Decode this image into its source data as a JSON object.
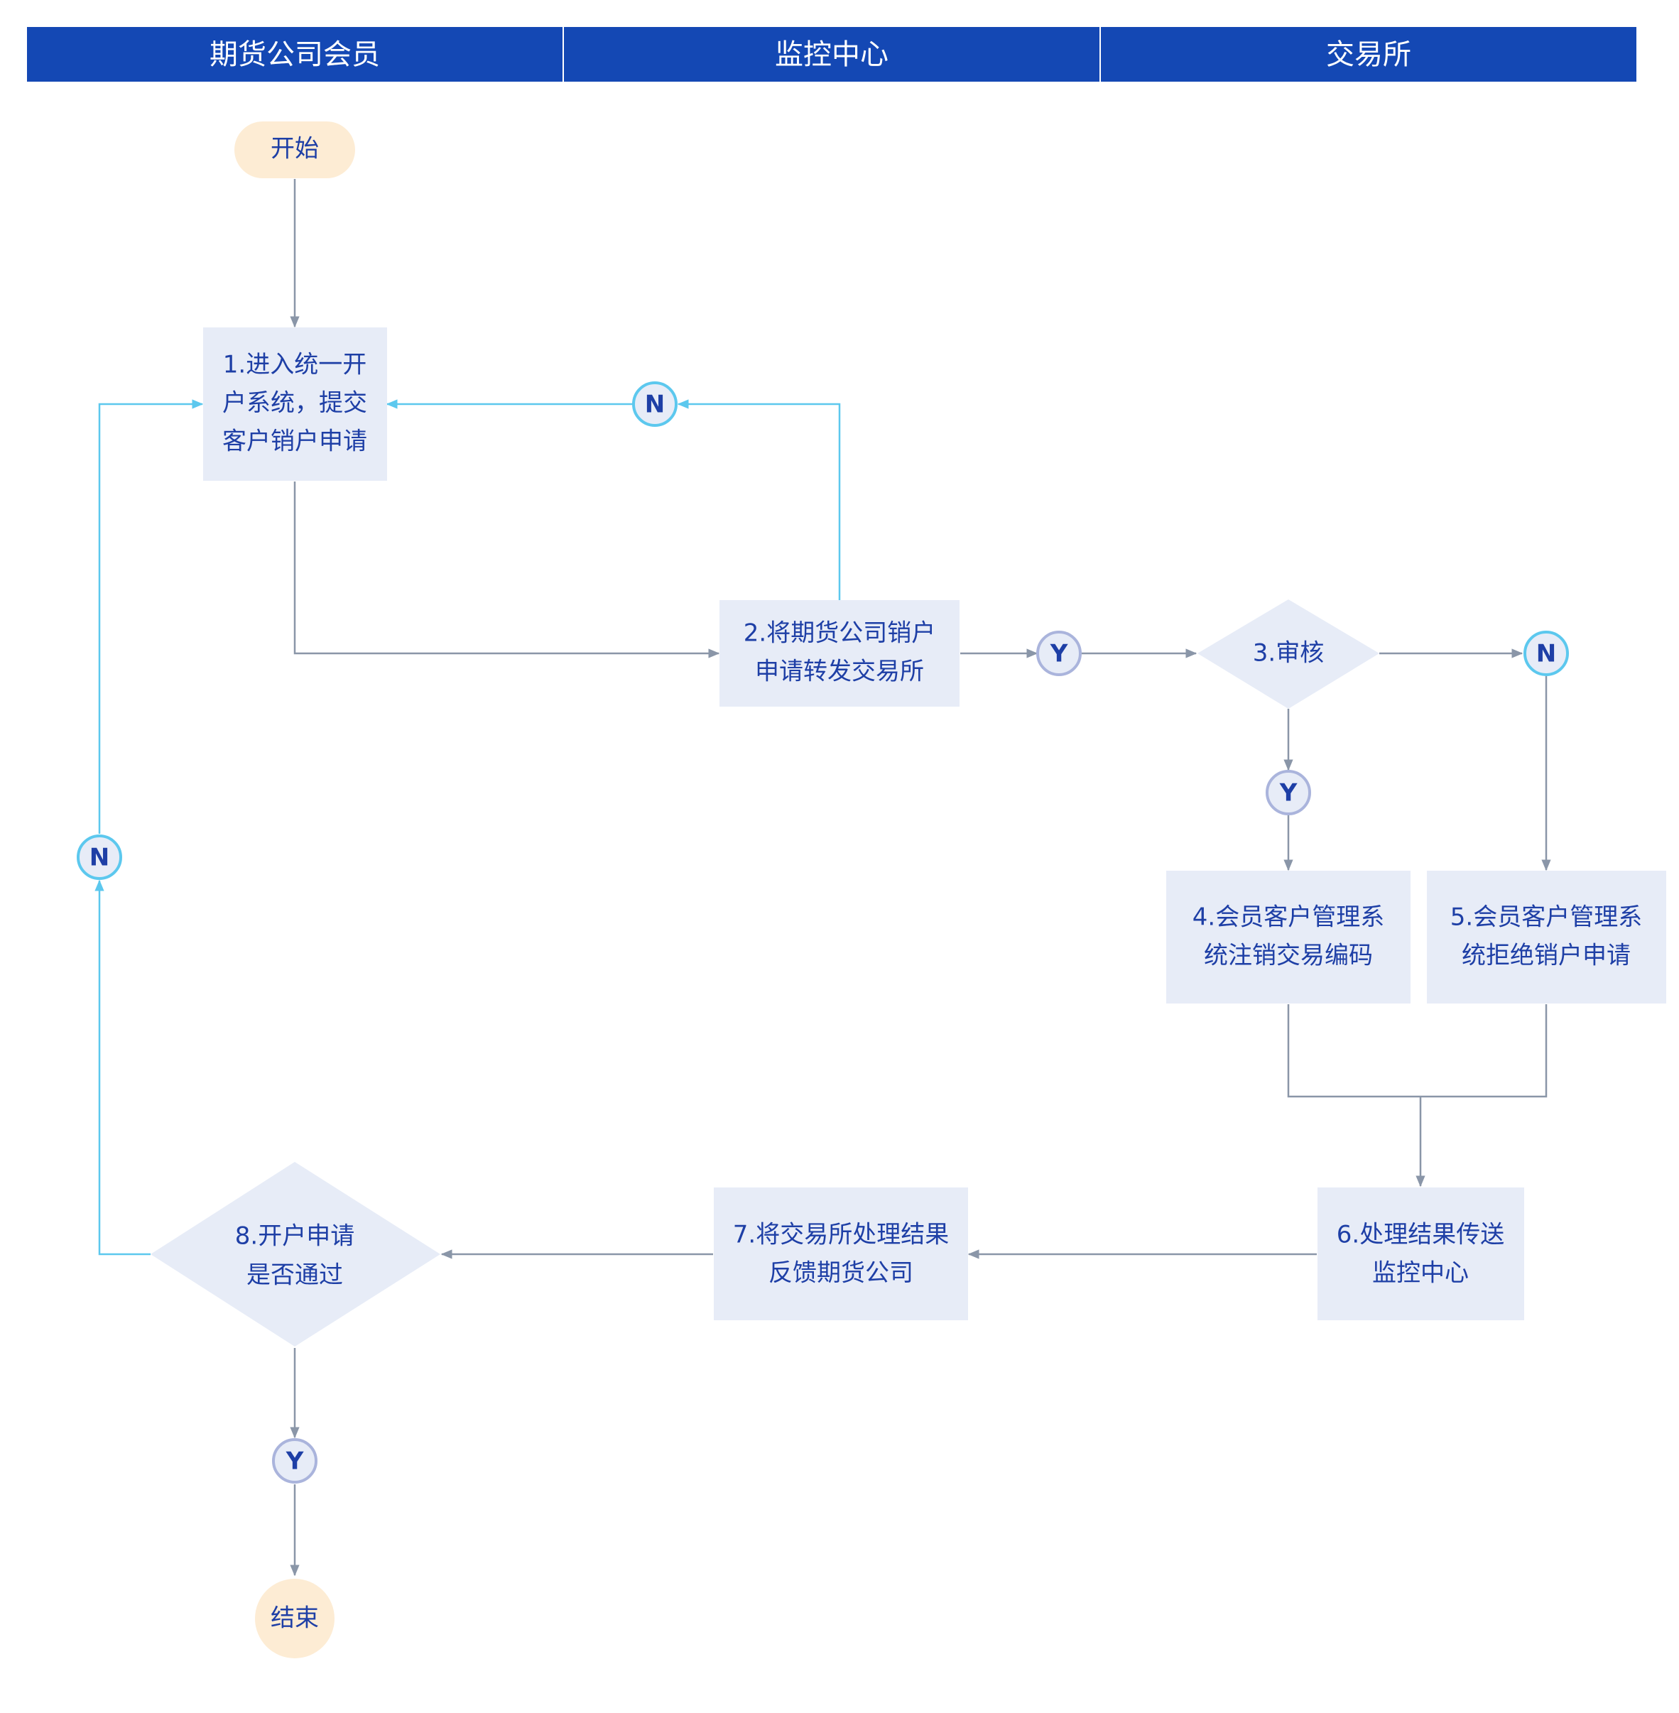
{
  "lanes": [
    "期货公司会员",
    "监控中心",
    "交易所"
  ],
  "colors": {
    "lane_header": "#1448b4",
    "process_fill": "#e7ecf7",
    "terminal_fill": "#fdecd4",
    "text": "#1e3fa6",
    "line": "#8a96a8",
    "line_reject": "#5cc8ee",
    "badge_yes_border": "#aab4dc",
    "badge_no_border": "#5cc8ee"
  },
  "nodes": {
    "start": [
      "开始"
    ],
    "step1": [
      "1.进入统一开",
      "户系统，提交",
      "客户销户申请"
    ],
    "step2": [
      "2.将期货公司销户",
      "申请转发交易所"
    ],
    "step3": [
      "3.审核"
    ],
    "step4": [
      "4.会员客户管理系",
      "统注销交易编码"
    ],
    "step5": [
      "5.会员客户管理系",
      "统拒绝销户申请"
    ],
    "step6": [
      "6.处理结果传送",
      "监控中心"
    ],
    "step7": [
      "7.将交易所处理结果",
      "反馈期货公司"
    ],
    "step8": [
      "8.开户申请",
      "是否通过"
    ],
    "end": [
      "结束"
    ]
  },
  "badges": {
    "no_step2": "N",
    "yes_step2": "Y",
    "no_step3": "N",
    "yes_step3": "Y",
    "no_step8": "N",
    "yes_step8": "Y"
  }
}
